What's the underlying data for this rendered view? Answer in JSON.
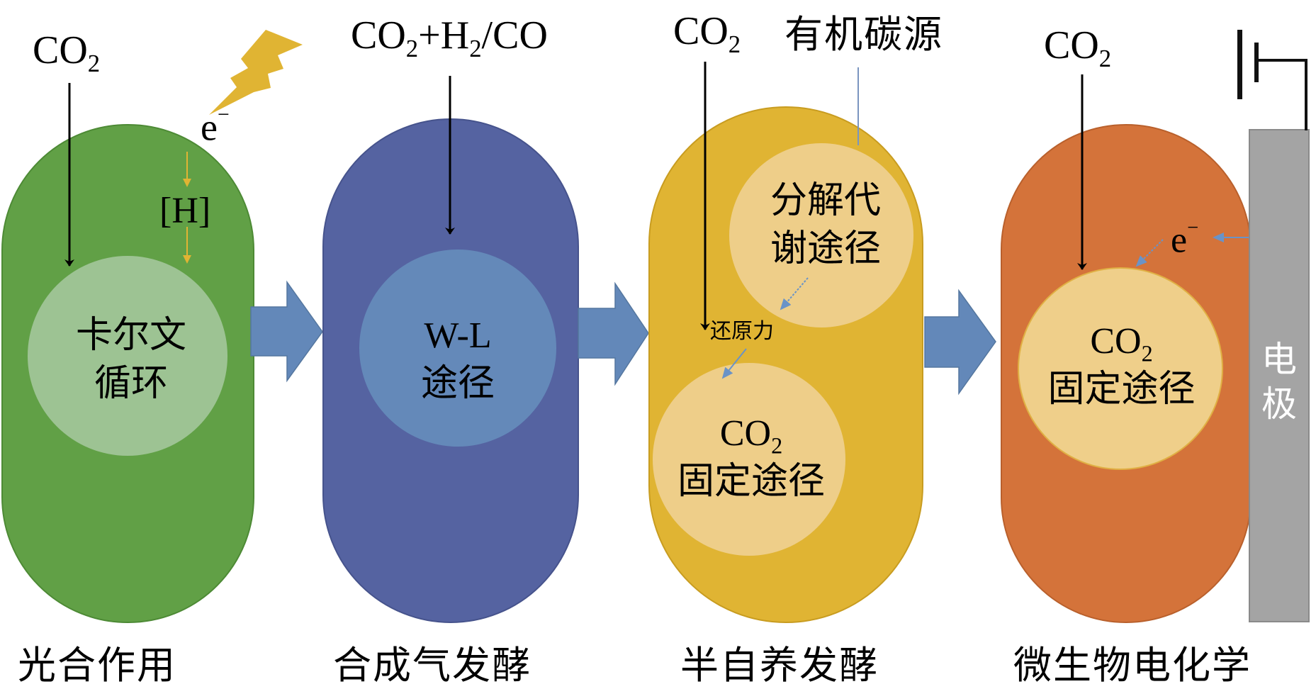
{
  "colors": {
    "green_body": "#61a046",
    "green_inner": "#9dc393",
    "blue_body": "#5563a1",
    "blue_inner": "#6489b9",
    "yellow_body": "#e0b433",
    "yellow_inner": "#eed08e",
    "orange_body": "#d4733a",
    "orange_inner": "#efcf8a",
    "flow_arrow": "#6388b9",
    "lightning": "#e0b433",
    "electrode": "#a4a4a4",
    "small_arrow": "#6a93c7"
  },
  "panels": [
    {
      "id": "photosynthesis",
      "input": {
        "main": "CO",
        "sub": "2"
      },
      "energy": {
        "electron": "e",
        "charge": "−",
        "reducing": "[H]"
      },
      "inner": {
        "line1": "卡尔文",
        "line2": "循环"
      },
      "label": "光合作用"
    },
    {
      "id": "syngas",
      "input": {
        "p1": "CO",
        "s1": "2",
        "p2": "+H",
        "s2": "2",
        "p3": "/CO"
      },
      "inner": {
        "line1": "W-L",
        "line2": "途径"
      },
      "label": "合成气发酵"
    },
    {
      "id": "mixotrophic",
      "input": {
        "main": "CO",
        "sub": "2"
      },
      "organic_source": "有机碳源",
      "upper_inner": {
        "line1": "分解代",
        "line2": "谢途径"
      },
      "reducing_power": "还原力",
      "lower_inner": {
        "line1_main": "CO",
        "line1_sub": "2",
        "line2": "固定途径"
      },
      "label": "半自养发酵"
    },
    {
      "id": "electrochemical",
      "input": {
        "main": "CO",
        "sub": "2"
      },
      "electron": {
        "symbol": "e",
        "charge": "−"
      },
      "inner": {
        "line1_main": "CO",
        "line1_sub": "2",
        "line2": "固定途径"
      },
      "electrode": {
        "line1": "电",
        "line2": "极"
      },
      "label": "微生物电化学"
    }
  ]
}
